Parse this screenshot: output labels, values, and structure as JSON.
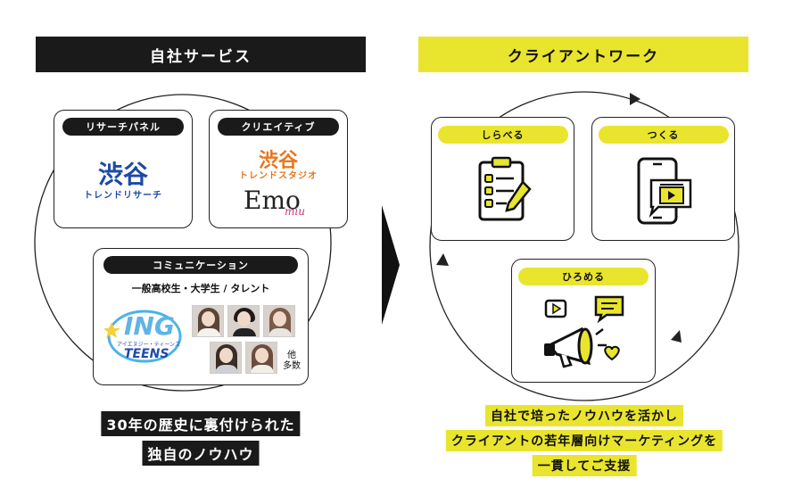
{
  "left": {
    "header": "自社サービス",
    "boxes": {
      "research": {
        "label": "リサーチパネル",
        "logo_title": "渋谷",
        "logo_sub": "トレンドリサーチ"
      },
      "creative": {
        "label": "クリエイティブ",
        "logo_title": "渋谷",
        "logo_sub": "トレンドスタジオ",
        "emo_text": "Emo",
        "emo_script": "miu"
      },
      "communication": {
        "label": "コミュニケーション",
        "subtitle": "一般高校生・大学生 / タレント",
        "ing_main": "ING",
        "ing_small": "アイエヌジー・ティーンズ",
        "ing_teens": "TEENS",
        "others_1": "他",
        "others_2": "多数"
      }
    },
    "caption": [
      "30年の歴史に裏付けられた",
      "独自のノウハウ"
    ]
  },
  "right": {
    "header": "クライアントワーク",
    "steps": {
      "shiraberu": {
        "label": "しらべる",
        "icon": "clipboard-checklist-icon"
      },
      "tsukuru": {
        "label": "つくる",
        "icon": "phone-video-icon"
      },
      "hiromeru": {
        "label": "ひろめる",
        "icon": "megaphone-icon"
      }
    },
    "caption": [
      "自社で培ったノウハウを活かし",
      "クライアントの若年層向けマーケティングを",
      "一貫してご支援"
    ]
  },
  "colors": {
    "accent": "#e9e52e",
    "dark": "#1a1a1a",
    "logo_blue": "#1c4aa8",
    "logo_orange": "#e8761c"
  }
}
